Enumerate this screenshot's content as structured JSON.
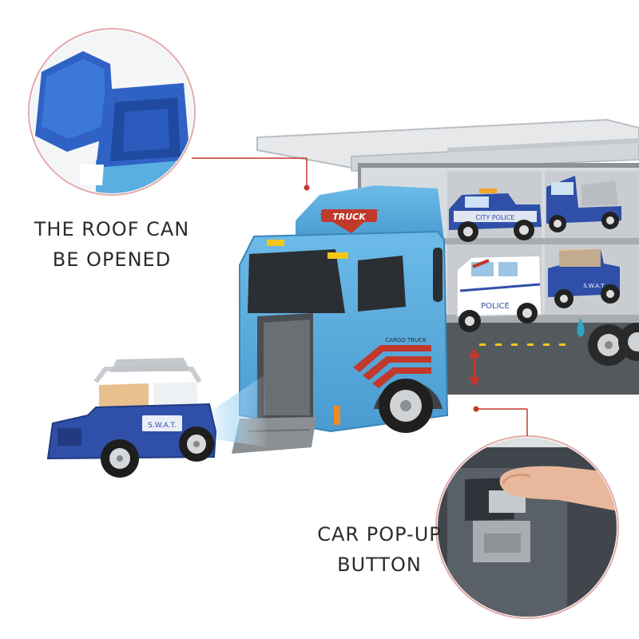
{
  "captions": {
    "roof": {
      "line1": "THE ROOF CAN",
      "line2": "BE OPENED"
    },
    "popup": {
      "line1": "CAR POP-UP",
      "line2": "BUTTON"
    }
  },
  "truck": {
    "logo": "TRUCK",
    "side_text": "CARGO TRUCK"
  },
  "cars": {
    "jeep_badge": "S.W.A.T.",
    "van_text": "POLICE",
    "pickup_text": "CITY POLICE",
    "swat_small": "S.W.A.T."
  },
  "colors": {
    "truck_blue": "#5aaee0",
    "car_blue": "#2f4fa8",
    "callout_line": "#c0392b",
    "trailer_gray": "#8e9297"
  }
}
